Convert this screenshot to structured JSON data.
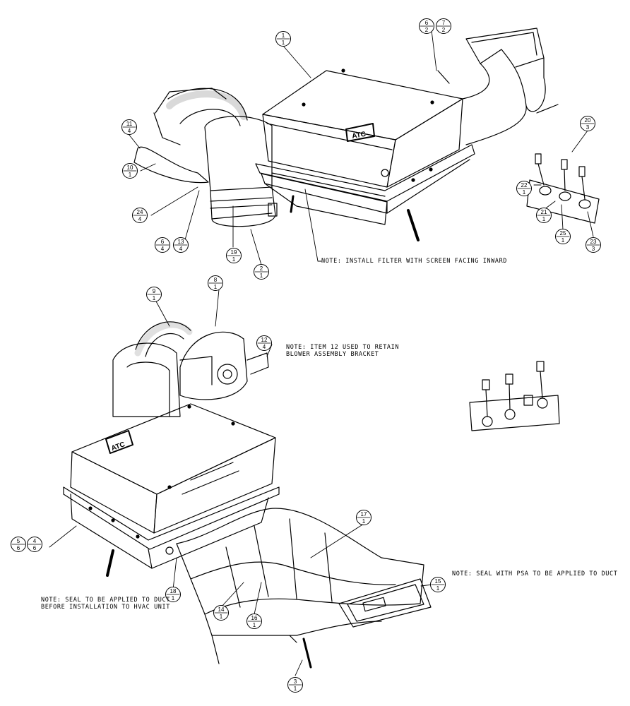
{
  "notes": {
    "filter": "NOTE: INSTALL FILTER WITH SCREEN FACING INWARD",
    "item12_line1": "NOTE: ITEM 12 USED TO RETAIN",
    "item12_line2": "BLOWER ASSEMBLY BRACKET",
    "seal_psa": "NOTE: SEAL WITH PSA TO BE APPLIED TO DUCT",
    "seal_duct_line1": "NOTE: SEAL TO BE APPLIED TO DUCT",
    "seal_duct_line2": "BEFORE INSTALLATION TO HVAC UNIT"
  },
  "labels": {
    "atc_upper": "ATC",
    "atc_lower": "ATC"
  },
  "balloons": [
    {
      "item": "1",
      "qty": "1"
    },
    {
      "item": "6",
      "qty": "2"
    },
    {
      "item": "7",
      "qty": "2"
    },
    {
      "item": "11",
      "qty": "4"
    },
    {
      "item": "10",
      "qty": "1"
    },
    {
      "item": "24",
      "qty": "4"
    },
    {
      "item": "6",
      "qty": "4"
    },
    {
      "item": "13",
      "qty": "4"
    },
    {
      "item": "19",
      "qty": "1"
    },
    {
      "item": "2",
      "qty": "1"
    },
    {
      "item": "20",
      "qty": "3"
    },
    {
      "item": "22",
      "qty": "1"
    },
    {
      "item": "21",
      "qty": "1"
    },
    {
      "item": "25",
      "qty": "1"
    },
    {
      "item": "23",
      "qty": "3"
    },
    {
      "item": "9",
      "qty": "1"
    },
    {
      "item": "8",
      "qty": "1"
    },
    {
      "item": "12",
      "qty": "4"
    },
    {
      "item": "5",
      "qty": "6"
    },
    {
      "item": "4",
      "qty": "6"
    },
    {
      "item": "17",
      "qty": "1"
    },
    {
      "item": "15",
      "qty": "1"
    },
    {
      "item": "18",
      "qty": "1"
    },
    {
      "item": "14",
      "qty": "1"
    },
    {
      "item": "16",
      "qty": "1"
    },
    {
      "item": "3",
      "qty": "1"
    }
  ]
}
